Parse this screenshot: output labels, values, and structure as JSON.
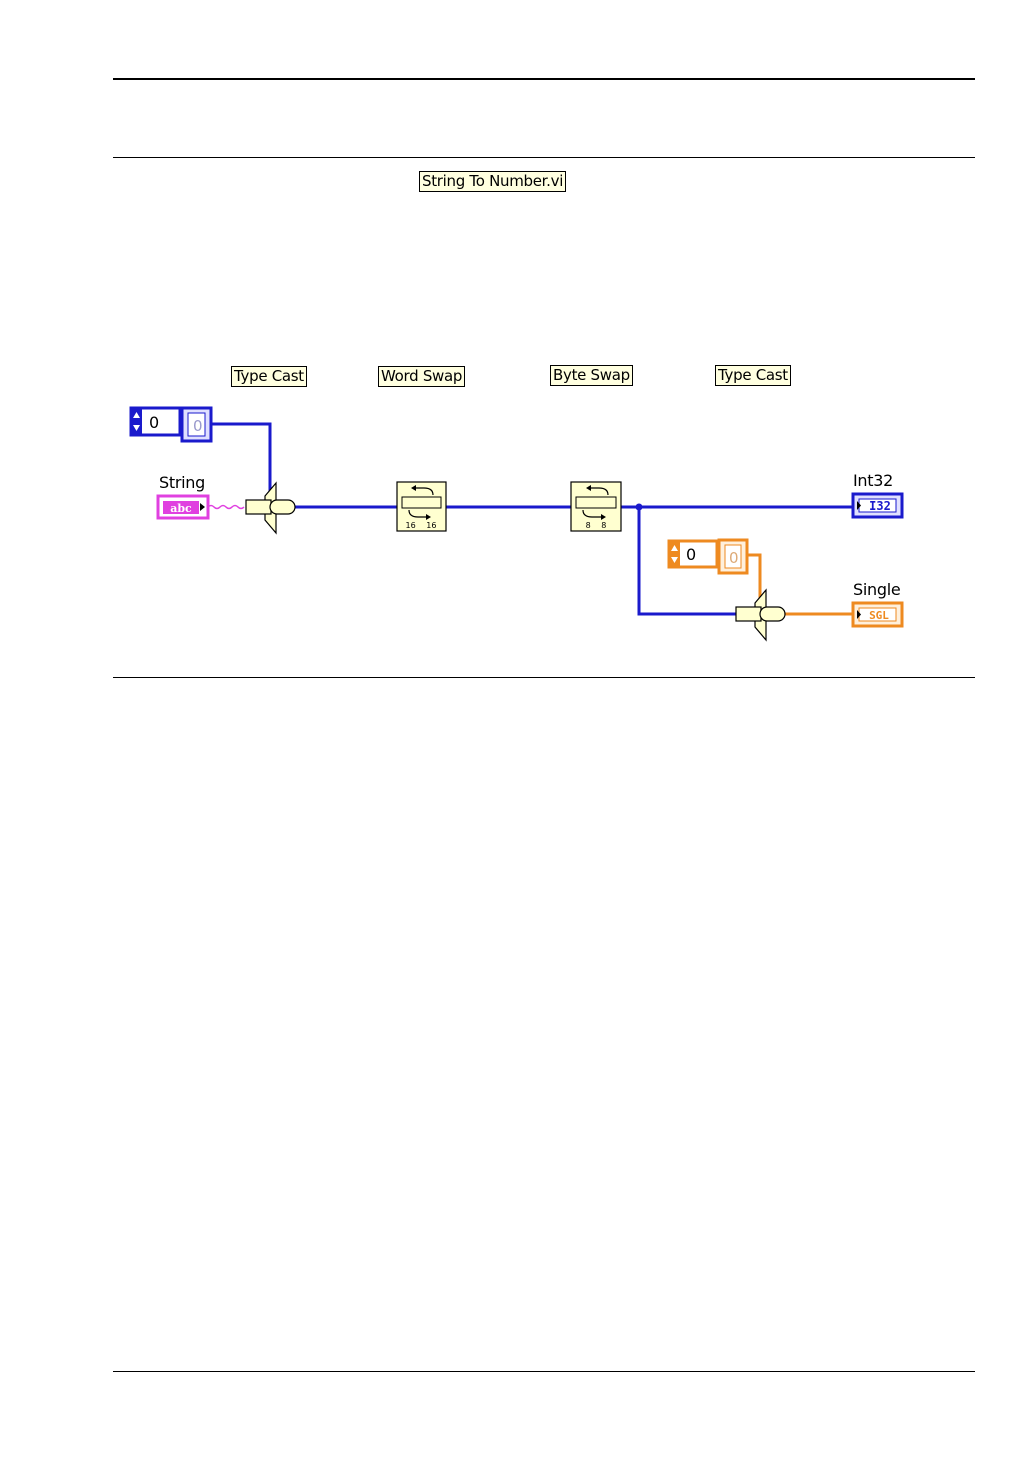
{
  "title_label": "String To Number.vi",
  "node_labels": {
    "type_cast_1": "Type Cast",
    "word_swap": "Word Swap",
    "byte_swap": "Byte Swap",
    "type_cast_2": "Type Cast"
  },
  "terminals": {
    "string_label": "String",
    "string_tag": "abc",
    "int32_label": "Int32",
    "int32_tag": "I32",
    "single_label": "Single",
    "single_tag": "SGL"
  },
  "constants": {
    "int_numeric_value": "0",
    "int_indicator_value": "0",
    "sgl_numeric_value": "0",
    "sgl_indicator_value": "0"
  },
  "node_glyphs": {
    "word_swap_bits": "16 16",
    "byte_swap_bits": "8 8"
  },
  "colors": {
    "integer_wire": "#1a1acc",
    "float_wire": "#ee8a20",
    "string_wire": "#e040e0",
    "node_fill": "#ffffd0"
  }
}
